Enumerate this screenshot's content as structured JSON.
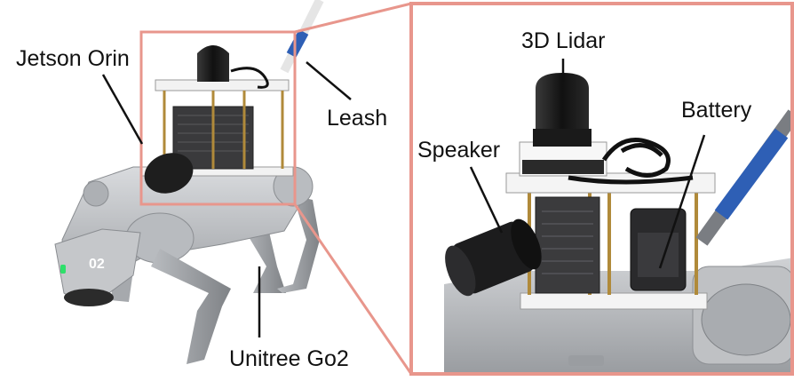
{
  "labels": {
    "jetson": "Jetson Orin",
    "leash": "Leash",
    "unitree": "Unitree Go2",
    "lidar": "3D Lidar",
    "battery": "Battery",
    "speaker": "Speaker",
    "robot_number": "02"
  },
  "colors": {
    "highlight_border": "#e8968c",
    "robot_body": "#c7c9cc",
    "robot_dark": "#8b8e92",
    "lidar_black": "#151515",
    "leash_blue": "#2e5fb5",
    "status_led": "#2ee06a"
  }
}
